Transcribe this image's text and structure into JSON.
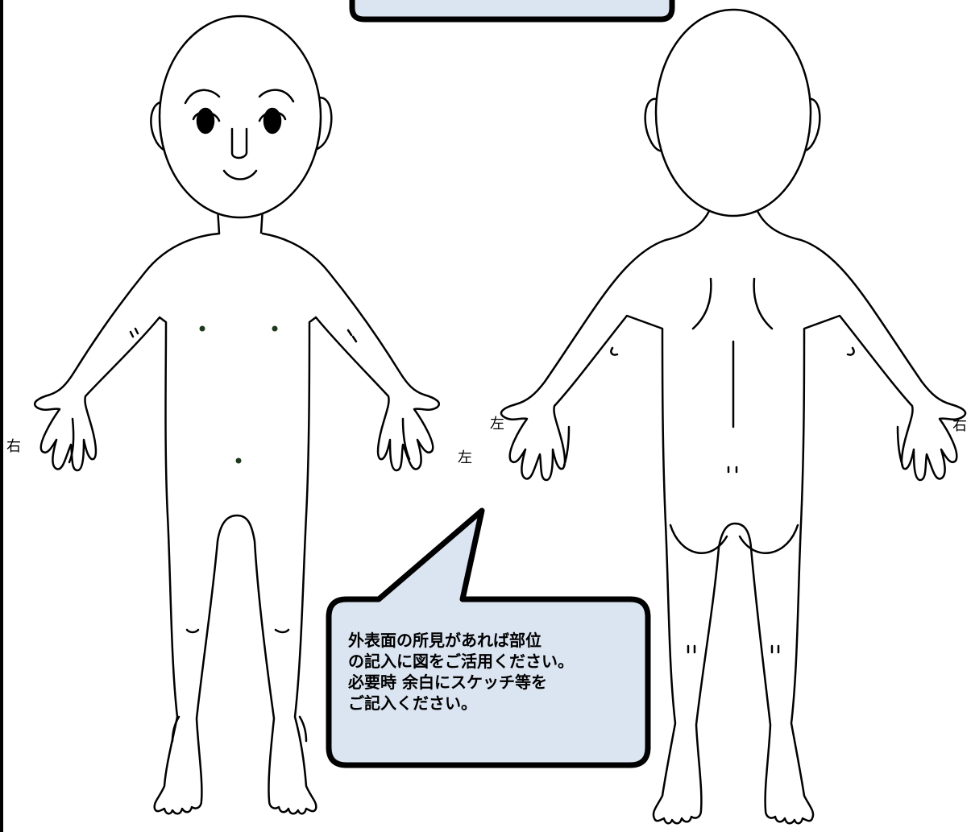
{
  "front_figure": {
    "label_right": "右",
    "label_left": "左"
  },
  "back_figure": {
    "label_left": "左",
    "label_right": "右"
  },
  "callout": {
    "lines": [
      "外表面の所見があれば部位",
      "の記入に図をご活用ください。",
      "必要時 余白にスケッチ等を",
      "ご記入ください。"
    ]
  },
  "colors": {
    "callout_fill": "#dbe4f1",
    "outline": "#000000",
    "nipple_dot": "#1e3a1e"
  }
}
